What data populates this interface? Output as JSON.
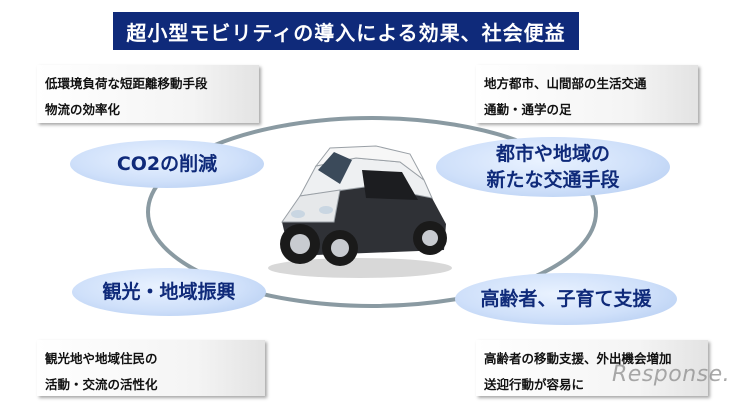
{
  "title": "超小型モビリティの導入による効果、社会便益",
  "notes": {
    "top_left": [
      "低環境負荷な短距離移動手段",
      "物流の効率化"
    ],
    "top_right": [
      "地方都市、山間部の生活交通",
      "通勤・通学の足"
    ],
    "bottom_left": [
      "観光地や地域住民の",
      "活動・交流の活性化"
    ],
    "bottom_right": [
      "高齢者の移動支援、外出機会増加",
      "送迎行動が容易に"
    ]
  },
  "bubbles": {
    "co2": "CO2の削減",
    "urban": [
      "都市や地域の",
      "新たな交通手段"
    ],
    "tourism": "観光・地域振興",
    "elderly": "高齢者、子育て支援"
  },
  "watermark": "Response.",
  "colors": {
    "title_bg": "#0f2a7a",
    "bubble_text": "#0f2a7a",
    "ring": "#8a9aa2"
  },
  "icons": {
    "vehicle": "ultra-compact-ev-car-illustration"
  }
}
